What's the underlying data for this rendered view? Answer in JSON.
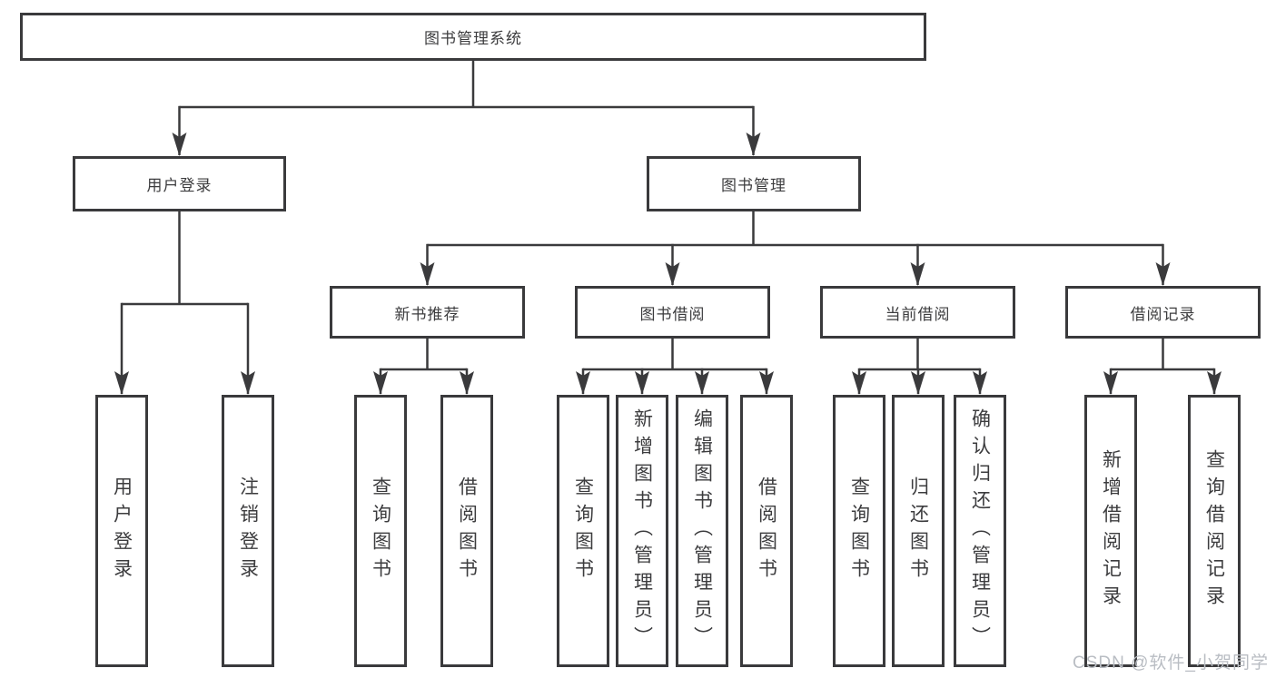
{
  "nodes": {
    "root": {
      "label": "图书管理系统"
    },
    "level2": [
      {
        "label": "用户登录"
      },
      {
        "label": "图书管理"
      }
    ],
    "level3": [
      {
        "label": "新书推荐"
      },
      {
        "label": "图书借阅"
      },
      {
        "label": "当前借阅"
      },
      {
        "label": "借阅记录"
      }
    ],
    "leaves": {
      "user_login": [
        {
          "label": "用户登录"
        },
        {
          "label": "注销登录"
        }
      ],
      "new_book_recommend": [
        {
          "label": "查询图书"
        },
        {
          "label": "借阅图书"
        }
      ],
      "book_borrow": [
        {
          "label": "查询图书"
        },
        {
          "label": "新增图书（管理员）"
        },
        {
          "label": "编辑图书（管理员）"
        },
        {
          "label": "借阅图书"
        }
      ],
      "current_borrow": [
        {
          "label": "查询图书"
        },
        {
          "label": "归还图书"
        },
        {
          "label": "确认归还（管理员）"
        }
      ],
      "borrow_record": [
        {
          "label": "新增借阅记录"
        },
        {
          "label": "查询借阅记录"
        }
      ]
    }
  },
  "watermark": "CSDN @软件_小贺同学",
  "colors": {
    "line": "#3a3a3c",
    "box_border": "#3a3a3c",
    "box_background": "#ffffff",
    "text": "#3c3c3e",
    "watermark": "#b9bdc3"
  }
}
